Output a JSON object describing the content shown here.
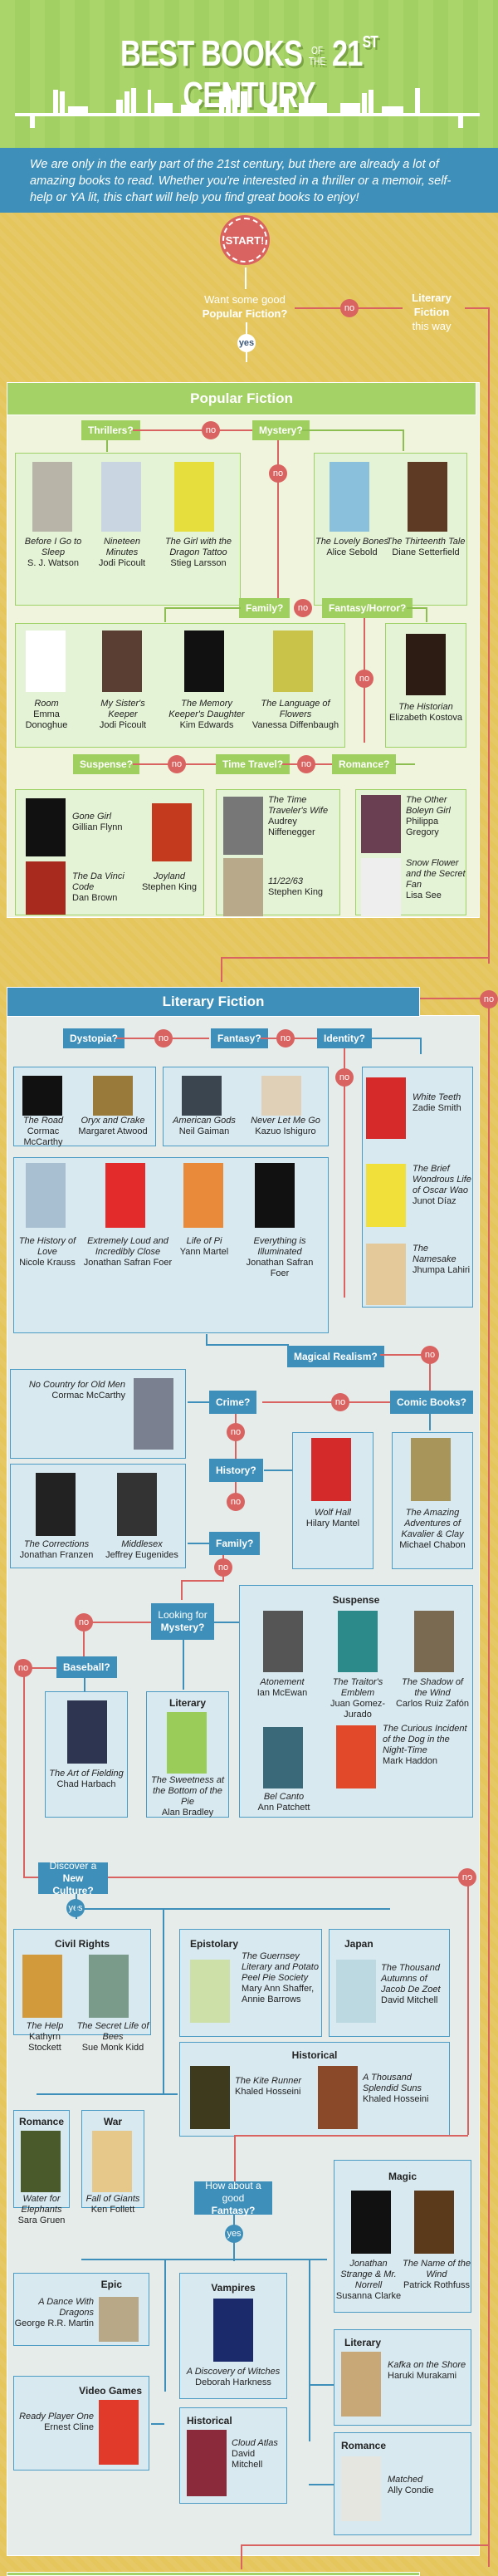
{
  "header": {
    "title_part1": "BEST BOOKS",
    "title_of": "OF",
    "title_the": "THE",
    "title_num": "21",
    "title_sup": "ST",
    "title_part2": "CENTURY",
    "intro": "We are only in the early part of the 21st century, but there are already a lot of amazing books to read. Whether you're interested in a thriller or a memoir, self-help or YA lit, this chart will help you find great books to enjoy!"
  },
  "colors": {
    "green": "#a5d266",
    "blue": "#3e8fba",
    "red": "#d96360",
    "yellow": "#e4c65c"
  },
  "start": {
    "label": "START!",
    "question_line1": "Want some good",
    "question_line2": "Popular Fiction?",
    "yes": "yes",
    "no": "no",
    "literary_link_line1": "Literary",
    "literary_link_line2": "Fiction",
    "literary_link_line3": "this way"
  },
  "popular": {
    "title": "Popular Fiction",
    "q_thrillers": "Thrillers?",
    "q_mystery": "Mystery?",
    "q_family": "Family?",
    "q_fantasy_horror": "Fantasy/Horror?",
    "q_romance": "Romance?",
    "q_time_travel": "Time Travel?",
    "q_suspense": "Suspense?",
    "no": "no",
    "thrillers": [
      {
        "title": "Before I Go to Sleep",
        "author": "S. J. Watson"
      },
      {
        "title": "Nineteen Minutes",
        "author": "Jodi Picoult"
      },
      {
        "title": "The Girl with the Dragon Tattoo",
        "author": "Stieg Larsson"
      }
    ],
    "mystery": [
      {
        "title": "The Lovely Bones",
        "author": "Alice Sebold"
      },
      {
        "title": "The Thirteenth Tale",
        "author": "Diane Setterfield"
      }
    ],
    "family": [
      {
        "title": "Room",
        "author": "Emma Donoghue"
      },
      {
        "title": "My Sister's Keeper",
        "author": "Jodi Picoult"
      },
      {
        "title": "The Memory Keeper's Daughter",
        "author": "Kim Edwards"
      },
      {
        "title": "The Language of Flowers",
        "author": "Vanessa Diffenbaugh"
      }
    ],
    "fantasy_horror": [
      {
        "title": "The Historian",
        "author": "Elizabeth Kostova"
      }
    ],
    "suspense": [
      {
        "title": "Gone Girl",
        "author": "Gillian Flynn"
      },
      {
        "title": "The Da Vinci Code",
        "author": "Dan Brown"
      },
      {
        "title": "Joyland",
        "author": "Stephen King"
      }
    ],
    "time_travel": [
      {
        "title": "The Time Traveler's Wife",
        "author": "Audrey Niffenegger"
      },
      {
        "title": "11/22/63",
        "author": "Stephen King"
      }
    ],
    "romance": [
      {
        "title": "The Other Boleyn Girl",
        "author": "Philippa Gregory"
      },
      {
        "title": "Snow Flower and the Secret Fan",
        "author": "Lisa See"
      }
    ]
  },
  "literary": {
    "title": "Literary Fiction",
    "no": "no",
    "yes": "yes",
    "q_dystopia": "Dystopia?",
    "q_fantasy": "Fantasy?",
    "q_identity": "Identity?",
    "q_magical_realism": "Magical Realism?",
    "q_comic_books": "Comic Books?",
    "q_crime": "Crime?",
    "q_history": "History?",
    "q_family": "Family?",
    "q_mystery_line1": "Looking for",
    "q_mystery_line2": "Mystery?",
    "q_baseball": "Baseball?",
    "q_culture_line1": "Discover a",
    "q_culture_line2": "New Culture?",
    "q_fantasy2_line1": "How about a",
    "q_fantasy2_line2a": "good ",
    "q_fantasy2_line2b": "Fantasy?",
    "dystopia": [
      {
        "title": "The Road",
        "author": "Cormac McCarthy"
      },
      {
        "title": "Oryx and Crake",
        "author": "Margaret Atwood"
      }
    ],
    "fantasy": [
      {
        "title": "American Gods",
        "author": "Neil Gaiman"
      },
      {
        "title": "Never Let Me Go",
        "author": "Kazuo Ishiguro"
      }
    ],
    "identity": [
      {
        "title": "White Teeth",
        "author": "Zadie Smith"
      },
      {
        "title": "The Brief Wondrous Life of Oscar Wao",
        "author": "Junot Díaz"
      },
      {
        "title": "The Namesake",
        "author": "Jhumpa Lahiri"
      }
    ],
    "magical_realism": [
      {
        "title": "The History of Love",
        "author": "Nicole Krauss"
      },
      {
        "title": "Extremely Loud and Incredibly Close",
        "author": "Jonathan Safran Foer"
      },
      {
        "title": "Life of Pi",
        "author": "Yann Martel"
      },
      {
        "title": "Everything is Illuminated",
        "author": "Jonathan Safran Foer"
      }
    ],
    "crime": [
      {
        "title": "No Country for Old Men",
        "author": "Cormac McCarthy"
      }
    ],
    "history": [
      {
        "title": "Wolf Hall",
        "author": "Hilary Mantel"
      }
    ],
    "comic_books": [
      {
        "title": "The Amazing Adventures of Kavalier & Clay",
        "author": "Michael Chabon"
      }
    ],
    "family": [
      {
        "title": "The Corrections",
        "author": "Jonathan Franzen"
      },
      {
        "title": "Middlesex",
        "author": "Jeffrey Eugenides"
      }
    ],
    "suspense_heading": "Suspense",
    "suspense": [
      {
        "title": "Atonement",
        "author": "Ian McEwan"
      },
      {
        "title": "The Traitor's Emblem",
        "author": "Juan Gomez-Jurado"
      },
      {
        "title": "The Shadow of the Wind",
        "author": "Carlos Ruiz Zafón"
      },
      {
        "title": "Bel Canto",
        "author": "Ann Patchett"
      },
      {
        "title": "The Curious Incident of the Dog in the Night-Time",
        "author": "Mark Haddon"
      }
    ],
    "baseball": [
      {
        "title": "The Art of Fielding",
        "author": "Chad Harbach"
      }
    ],
    "literary_mystery_heading": "Literary",
    "literary_mystery": [
      {
        "title": "The Sweetness at the Bottom of the Pie",
        "author": "Alan Bradley"
      }
    ],
    "culture": {
      "civil_rights_heading": "Civil Rights",
      "civil_rights": [
        {
          "title": "The Help",
          "author": "Kathyrn Stockett"
        },
        {
          "title": "The Secret Life of Bees",
          "author": "Sue Monk Kidd"
        }
      ],
      "epistolary_heading": "Epistolary",
      "epistolary": [
        {
          "title": "The Guernsey Literary and Potato Peel Pie Society",
          "author": "Mary Ann Shaffer, Annie Barrows"
        }
      ],
      "japan_heading": "Japan",
      "japan": [
        {
          "title": "The Thousand Autumns of Jacob De Zoet",
          "author": "David Mitchell"
        }
      ],
      "historical_heading": "Historical",
      "historical": [
        {
          "title": "The Kite Runner",
          "author": "Khaled Hosseini"
        },
        {
          "title": "A Thousand Splendid Suns",
          "author": "Khaled Hosseini"
        }
      ],
      "romance_heading": "Romance",
      "romance": [
        {
          "title": "Water for Elephants",
          "author": "Sara Gruen"
        }
      ],
      "war_heading": "War",
      "war": [
        {
          "title": "Fall of Giants",
          "author": "Ken Follett"
        }
      ]
    },
    "fantasy2": {
      "magic_heading": "Magic",
      "magic": [
        {
          "title": "Jonathan Strange & Mr. Norrell",
          "author": "Susanna Clarke"
        },
        {
          "title": "The Name of the Wind",
          "author": "Patrick Rothfuss"
        }
      ],
      "epic_heading": "Epic",
      "epic": [
        {
          "title": "A Dance With Dragons",
          "author": "George R.R. Martin"
        }
      ],
      "vampires_heading": "Vampires",
      "vampires": [
        {
          "title": "A Discovery of Witches",
          "author": "Deborah Harkness"
        }
      ],
      "video_games_heading": "Video Games",
      "video_games": [
        {
          "title": "Ready Player One",
          "author": "Ernest Cline"
        }
      ],
      "historical_heading": "Historical",
      "historical": [
        {
          "title": "Cloud Atlas",
          "author": "David Mitchell"
        }
      ],
      "literary_heading": "Literary",
      "literary": [
        {
          "title": "Kafka on the Shore",
          "author": "Haruki Murakami"
        }
      ],
      "romance_heading": "Romance",
      "romance": [
        {
          "title": "Matched",
          "author": "Ally Condie"
        }
      ]
    }
  }
}
